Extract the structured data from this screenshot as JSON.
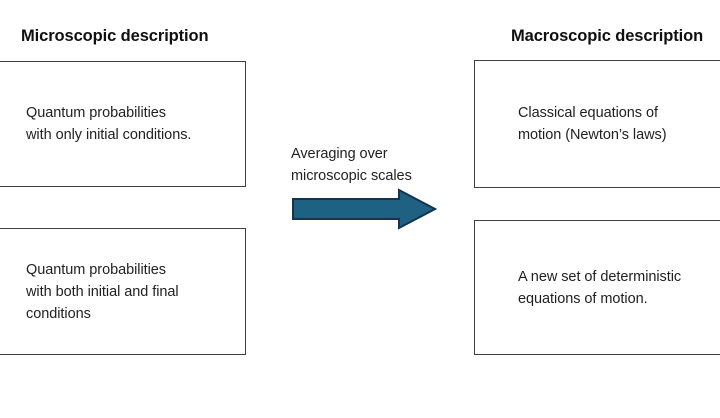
{
  "slide": {
    "background_color": "#ffffff",
    "headings": {
      "left": "Microscopic description",
      "right": "Macroscopic description"
    },
    "boxes": {
      "micro_initial": "Quantum probabilities\nwith only initial conditions.",
      "micro_both": "Quantum probabilities\nwith both initial and final\nconditions",
      "macro_classical": "Classical equations of\nmotion (Newton’s laws)",
      "macro_newset": "A  new set of deterministic\nequations of motion."
    },
    "connector": {
      "label": "Averaging over\nmicroscopic scales",
      "arrow_icon": "right-arrow-icon",
      "arrow_fill": "#1F6183",
      "arrow_stroke": "#15334d"
    },
    "box_border_color": "#404040",
    "text_color": "#1f1f1f"
  }
}
